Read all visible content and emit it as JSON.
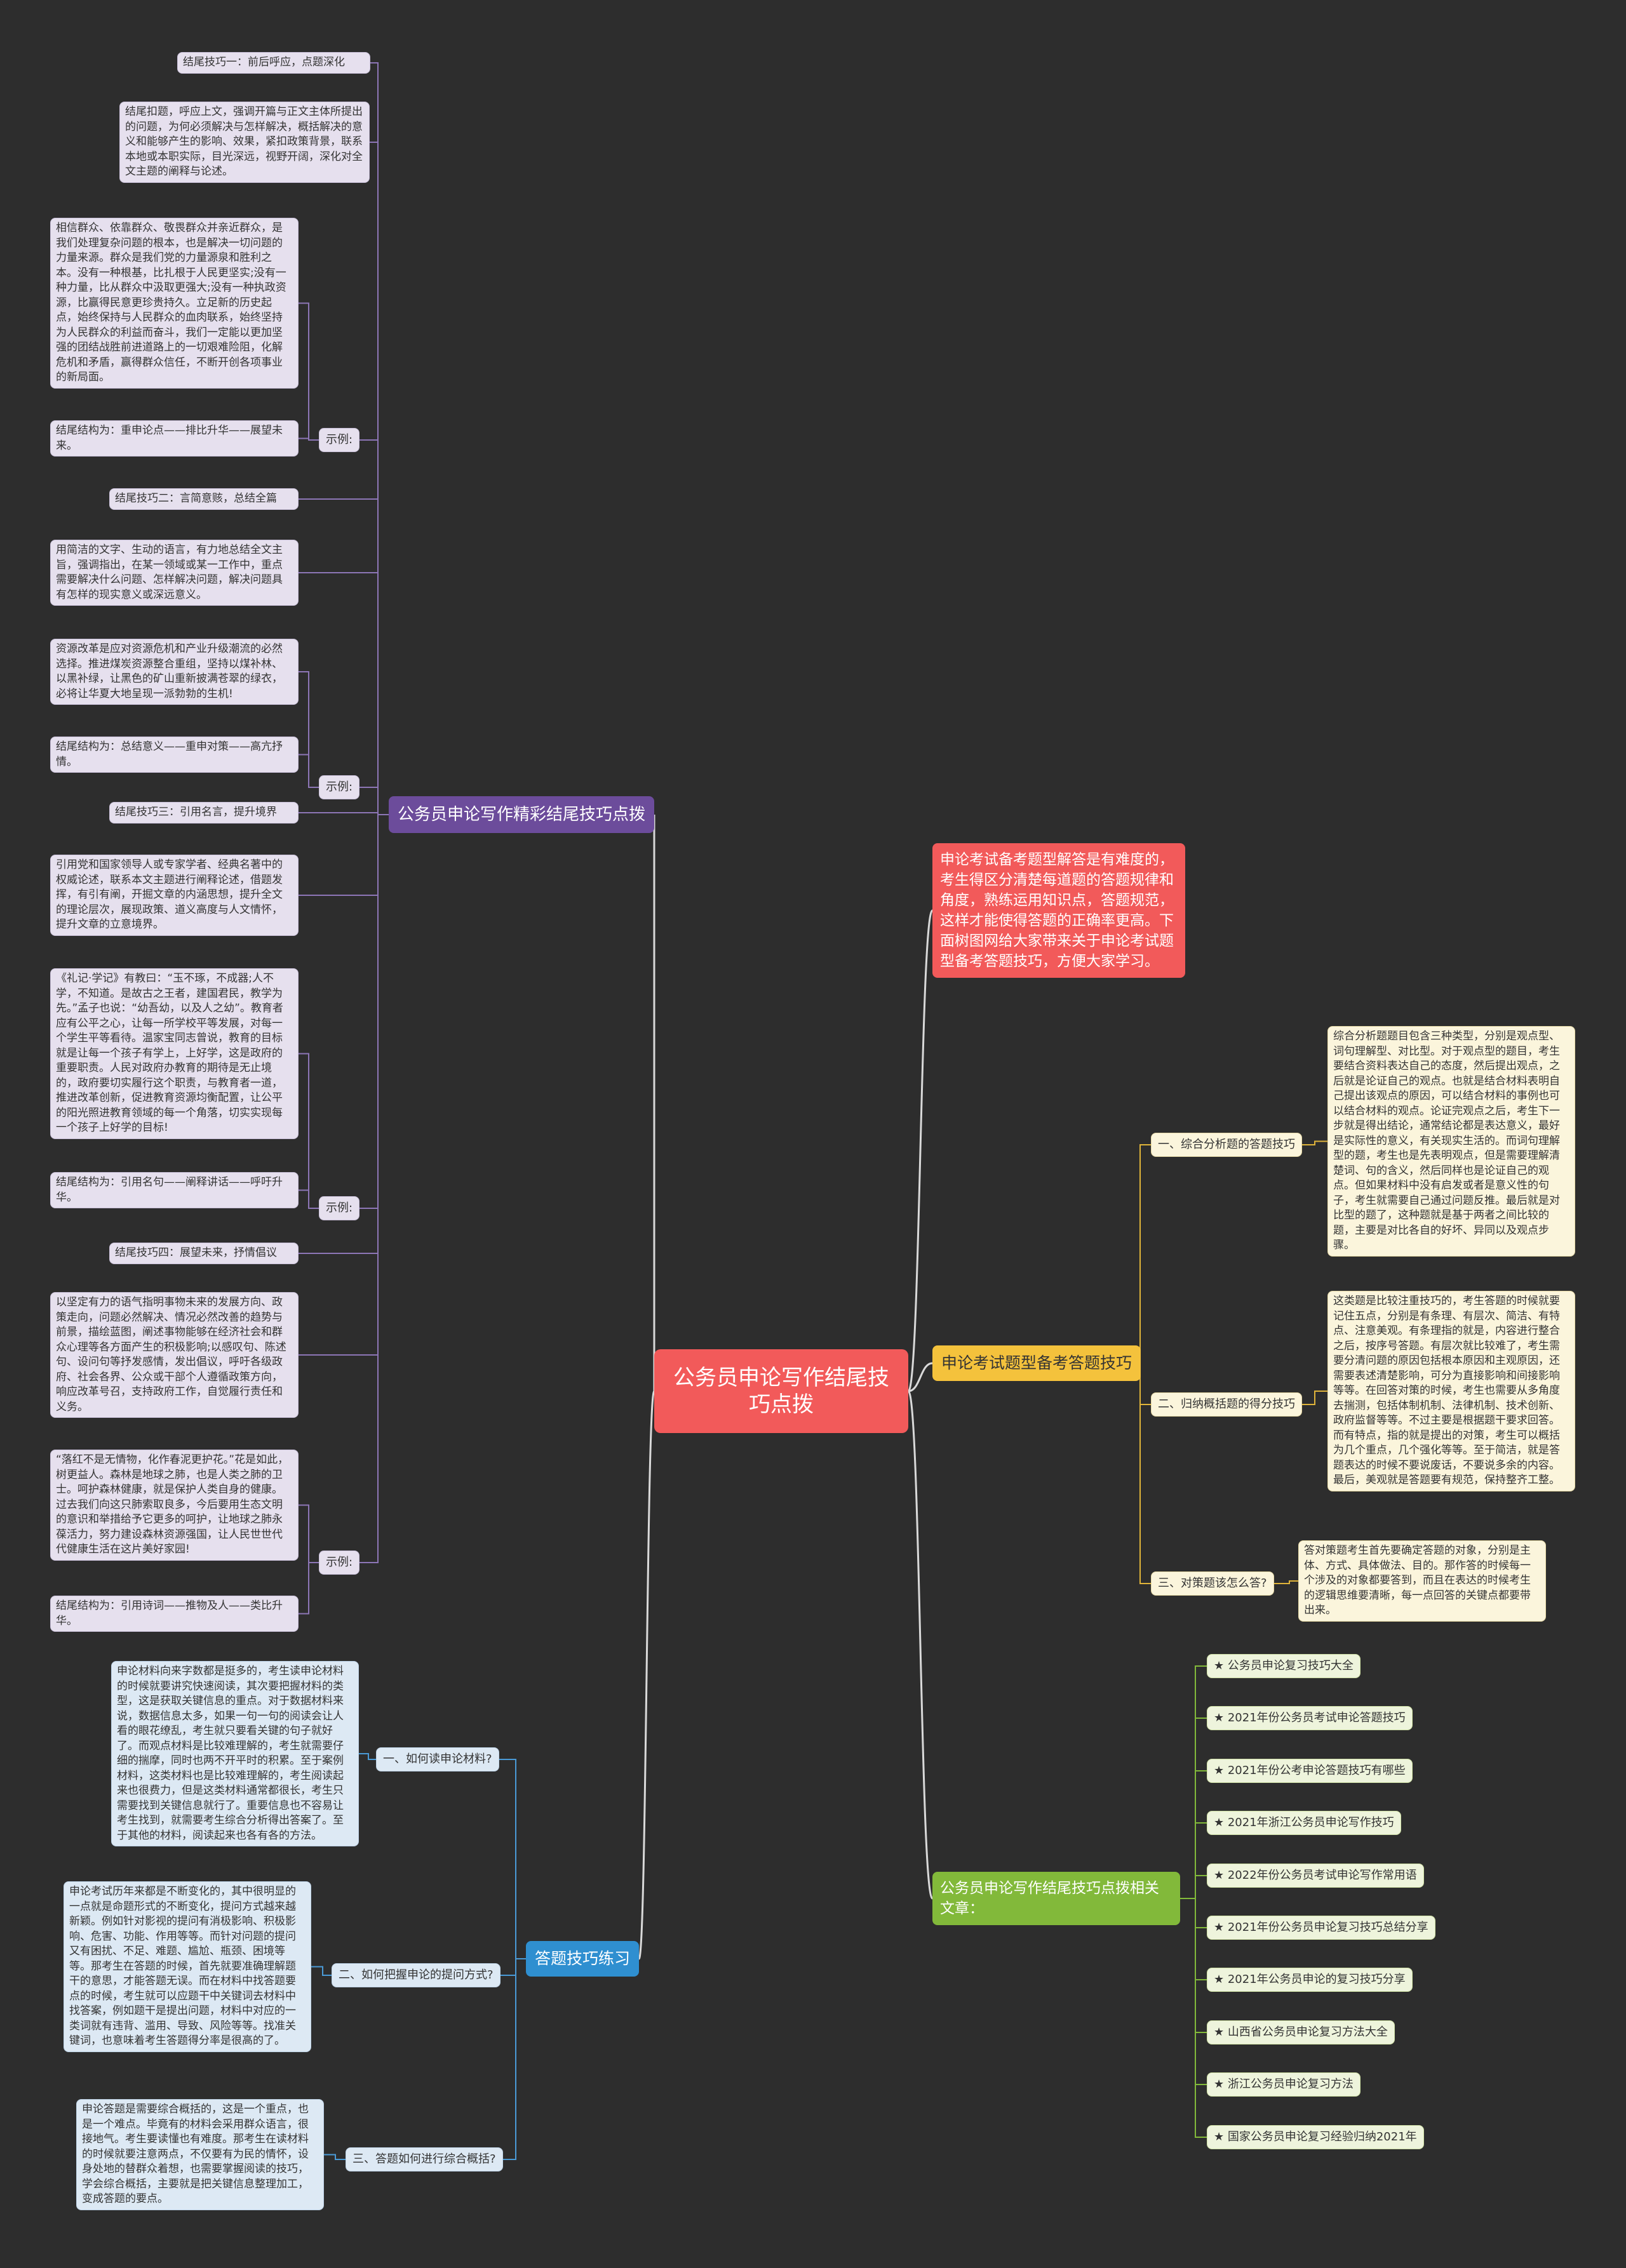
{
  "root": "公务员申论写作结尾技巧点拨",
  "branch_purple": {
    "label": "公务员申论写作精彩结尾技巧点拨",
    "tip1_title": "结尾技巧一：前后呼应，点题深化",
    "tip1_desc": "结尾扣题，呼应上文，强调开篇与正文主体所提出的问题，为何必须解决与怎样解决，概括解决的意义和能够产生的影响、效果，紧扣政策背景，联系本地或本职实际，目光深远，视野开阔，深化对全文主题的阐释与论述。",
    "example1_label": "示例:",
    "example1_text": "相信群众、依靠群众、敬畏群众并亲近群众，是我们处理复杂问题的根本，也是解决一切问题的力量来源。群众是我们党的力量源泉和胜利之本。没有一种根基，比扎根于人民更坚实;没有一种力量，比从群众中汲取更强大;没有一种执政资源，比赢得民意更珍贵持久。立足新的历史起点，始终保持与人民群众的血肉联系，始终坚持为人民群众的利益而奋斗，我们一定能以更加坚强的团结战胜前进道路上的一切艰难险阻，化解危机和矛盾，赢得群众信任，不断开创各项事业的新局面。",
    "example1_struct": "结尾结构为：重申论点——排比升华——展望未来。",
    "tip2_title": "结尾技巧二：言简意赅，总结全篇",
    "tip2_desc": "用简洁的文字、生动的语言，有力地总结全文主旨，强调指出，在某一领域或某一工作中，重点需要解决什么问题、怎样解决问题，解决问题具有怎样的现实意义或深远意义。",
    "example2_label": "示例:",
    "example2_text": "资源改革是应对资源危机和产业升级潮流的必然选择。推进煤炭资源整合重组，坚持以煤补林、以黑补绿，让黑色的矿山重新披满苍翠的绿衣，必将让华夏大地呈现一派勃勃的生机!",
    "example2_struct": "结尾结构为：总结意义——重申对策——高亢抒情。",
    "tip3_title": "结尾技巧三：引用名言，提升境界",
    "tip3_desc": "引用党和国家领导人或专家学者、经典名著中的权威论述，联系本文主题进行阐释论述，借题发挥，有引有阐，开掘文章的内涵思想，提升全文的理论层次，展现政策、道义高度与人文情怀，提升文章的立意境界。",
    "example3_label": "示例:",
    "example3_text": "《礼记·学记》有教曰：“玉不琢，不成器;人不学，不知道。是故古之王者，建国君民，教学为先。”孟子也说：“幼吾幼，以及人之幼”。教育者应有公平之心，让每一所学校平等发展，对每一个学生平等看待。温家宝同志曾说，教育的目标就是让每一个孩子有学上，上好学，这是政府的重要职责。人民对政府办教育的期待是无止境的，政府要切实履行这个职责，与教育者一道，推进改革创新，促进教育资源均衡配置，让公平的阳光照进教育领域的每一个角落，切实实现每一个孩子上好学的目标!",
    "example3_struct": "结尾结构为：引用名句——阐释讲话——呼吁升华。",
    "tip4_title": "结尾技巧四：展望未来，抒情倡议",
    "tip4_desc": "以坚定有力的语气指明事物未来的发展方向、政策走向，问题必然解决、情况必然改善的趋势与前景，描绘蓝图，阐述事物能够在经济社会和群众心理等各方面产生的积极影响;以感叹句、陈述句、设问句等抒发感情，发出倡议，呼吁各级政府、社会各界、公众或干部个人遵循政策方向，响应改革号召，支持政府工作，自觉履行责任和义务。",
    "example4_label": "示例:",
    "example4_text": "“落红不是无情物，化作春泥更护花。”花是如此，树更益人。森林是地球之肺，也是人类之肺的卫士。呵护森林健康，就是保护人类自身的健康。过去我们向这只肺索取良多，今后要用生态文明的意识和举措给予它更多的呵护，让地球之肺永葆活力，努力建设森林资源强国，让人民世世代代健康生活在这片美好家园!",
    "example4_struct": "结尾结构为：引用诗词——推物及人——类比升华。"
  },
  "branch_red": {
    "text": "申论考试备考题型解答是有难度的，考生得区分清楚每道题的答题规律和角度，熟练运用知识点，答题规范，这样才能使得答题的正确率更高。下面树图网给大家带来关于申论考试题型备考答题技巧，方便大家学习。"
  },
  "branch_yellow": {
    "label": "申论考试题型备考答题技巧",
    "item1_label": "一、综合分析题的答题技巧",
    "item1_text": "综合分析题题目包含三种类型，分别是观点型、词句理解型、对比型。对于观点型的题目，考生要结合资料表达自己的态度，然后提出观点，之后就是论证自己的观点。也就是结合材料表明自己提出该观点的原因，可以结合材料的事例也可以结合材料的观点。论证完观点之后，考生下一步就是得出结论，通常结论都是表达意义，最好是实际性的意义，有关现实生活的。而词句理解型的题，考生也是先表明观点，但是需要理解清楚词、句的含义，然后同样也是论证自己的观点。但如果材料中没有启发或者是意义性的句子，考生就需要自己通过问题反推。最后就是对比型的题了，这种题就是基于两者之间比较的题，主要是对比各自的好坏、异同以及观点步骤。",
    "item2_label": "二、归纳概括题的得分技巧",
    "item2_text": "这类题是比较注重技巧的，考生答题的时候就要记住五点，分别是有条理、有层次、简洁、有特点、注意美观。有条理指的就是，内容进行整合之后，按序号答题。有层次就比较难了，考生需要分清问题的原因包括根本原因和主观原因，还需要表述清楚影响，可分为直接影响和间接影响等等。在回答对策的时候，考生也需要从多角度去揣测，包括体制机制、法律机制、技术创新、政府监督等等。不过主要是根据题干要求回答。而有特点，指的就是提出的对策，考生可以概括为几个重点，几个强化等等。至于简洁，就是答题表达的时候不要说废话，不要说多余的内容。最后，美观就是答题要有规范，保持整齐工整。",
    "item3_label": "三、对策题该怎么答?",
    "item3_text": "答对策题考生首先要确定答题的对象，分别是主体、方式、具体做法、目的。那作答的时候每一个涉及的对象都要答到，而且在表达的时候考生的逻辑思维要清晰，每一点回答的关键点都要带出来。"
  },
  "branch_green": {
    "label": "公务员申论写作结尾技巧点拨相关文章：",
    "articles": [
      "★ 公务员申论复习技巧大全",
      "★ 2021年份公务员考试申论答题技巧",
      "★ 2021年份公考申论答题技巧有哪些",
      "★ 2021年浙江公务员申论写作技巧",
      "★ 2022年份公务员考试申论写作常用语",
      "★ 2021年份公务员申论复习技巧总结分享",
      "★ 2021年公务员申论的复习技巧分享",
      "★ 山西省公务员申论复习方法大全",
      "★ 浙江公务员申论复习方法",
      "★ 国家公务员申论复习经验归纳2021年"
    ]
  },
  "branch_blue": {
    "label": "答题技巧练习",
    "q1_label": "一、如何读申论材料?",
    "q1_text": "申论材料向来字数都是挺多的，考生读申论材料的时候就要讲究快速阅读，其次要把握材料的类型，这是获取关键信息的重点。对于数据材料来说，数据信息太多，如果一句一句的阅读会让人看的眼花缭乱，考生就只要看关键的句子就好了。而观点材料是比较难理解的，考生就需要仔细的揣摩，同时也两不开平时的积累。至于案例材料，这类材料也是比较难理解的，考生阅读起来也很费力，但是这类材料通常都很长，考生只需要找到关键信息就行了。重要信息也不容易让考生找到，就需要考生综合分析得出答案了。至于其他的材料，阅读起来也各有各的方法。",
    "q2_label": "二、如何把握申论的提问方式?",
    "q2_text": "申论考试历年来都是不断变化的，其中很明显的一点就是命题形式的不断变化，提问方式越来越新颖。例如针对影视的提问有消极影响、积极影响、危害、功能、作用等等。而针对问题的提问又有困扰、不足、难题、尴尬、瓶颈、困境等等。那考生在答题的时候，首先就要准确理解题干的意思，才能答题无误。而在材料中找答题要点的时候，考生就可以应题干中关键词去材料中找答案，例如题干是提出问题，材料中对应的一类词就有违背、滥用、导致、风险等等。找准关键词，也意味着考生答题得分率是很高的了。",
    "q3_label": "三、答题如何进行综合概括?",
    "q3_text": "申论答题是需要综合概括的，这是一个重点，也是一个难点。毕竟有的材料会采用群众语言，很接地气。考生要读懂也有难度。那考生在读材料的时候就要注意两点，不仅要有为民的情怀，设身处地的替群众着想，也需要掌握阅读的技巧，学会综合概括，主要就是把关键信息整理加工，变成答题的要点。"
  }
}
